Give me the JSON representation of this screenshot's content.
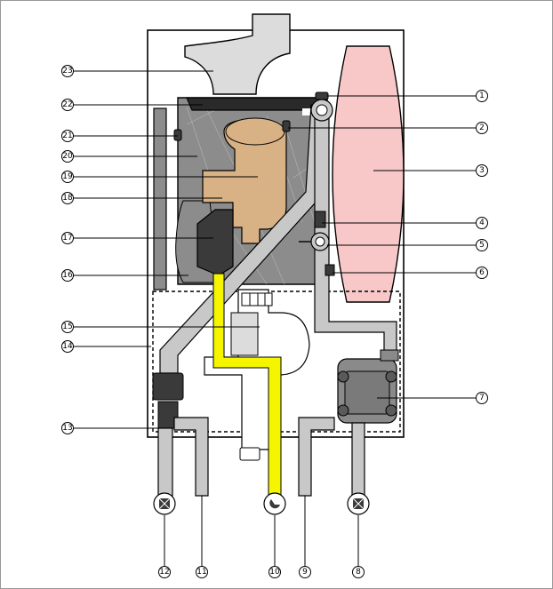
{
  "callouts": {
    "c1": "1",
    "c2": "2",
    "c3": "3",
    "c4": "4",
    "c5": "5",
    "c6": "6",
    "c7": "7",
    "c8": "8",
    "c9": "9",
    "c10": "10",
    "c11": "11",
    "c12": "12",
    "c13": "13",
    "c14": "14",
    "c15": "15",
    "c16": "16",
    "c17": "17",
    "c18": "18",
    "c19": "19",
    "c20": "20",
    "c21": "21",
    "c22": "22",
    "c23": "23"
  },
  "colors": {
    "gas_pipe": "#f5f500",
    "expansion_vessel": "#f8c8c8",
    "burner_body": "#d8b184",
    "combustion_chamber": "#8c8c8c",
    "pipes": "#c8c8c8",
    "pump": "#8a8a8a",
    "flue": "#dcdcdc"
  }
}
